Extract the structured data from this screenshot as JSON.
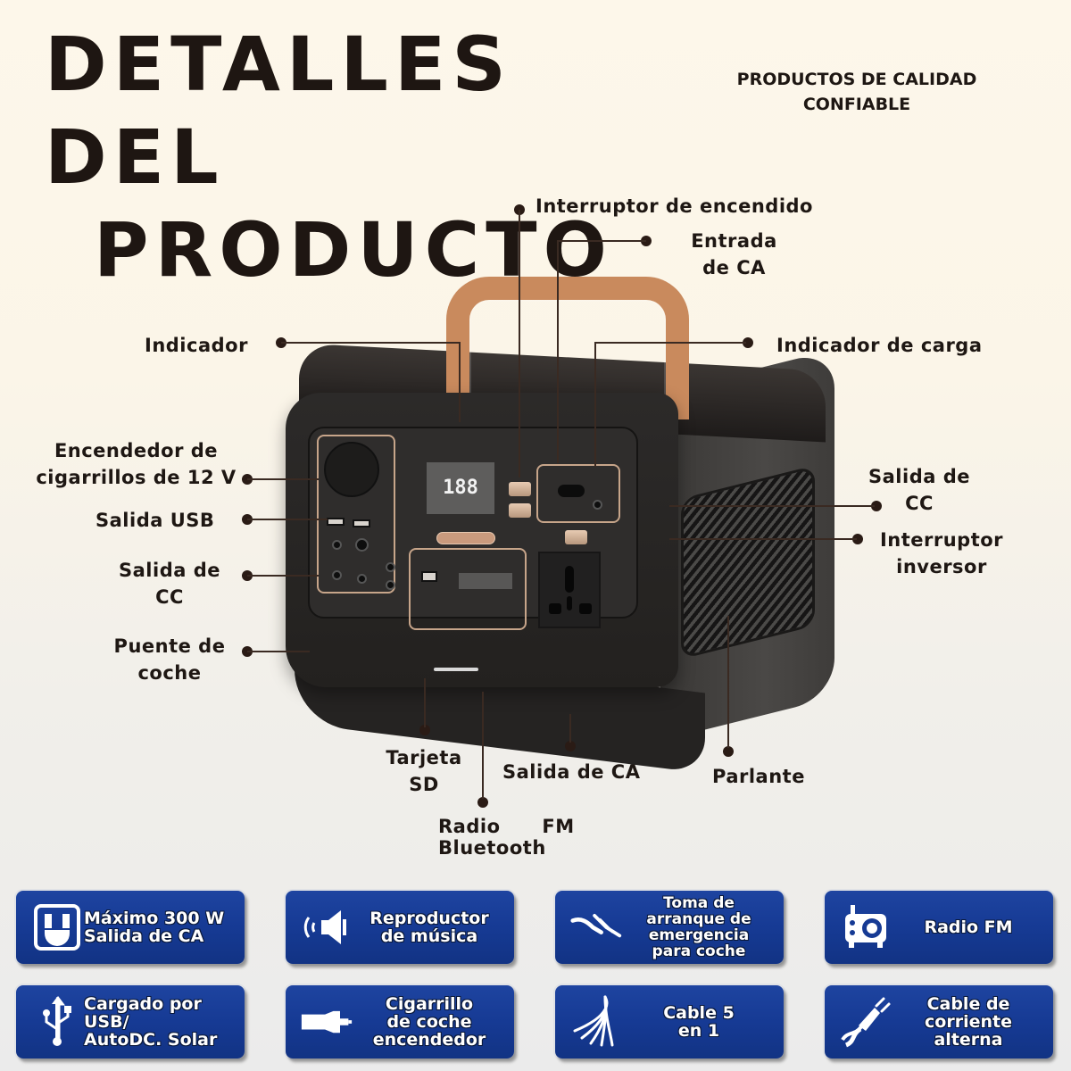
{
  "header": {
    "title_line1": "DETALLES DEL",
    "title_line2": "PRODUCTO",
    "subtitle_line1": "PRODUCTOS DE CALIDAD",
    "subtitle_line2": "CONFIABLE"
  },
  "product": {
    "display_value": "188",
    "colors": {
      "body": "#2c2a29",
      "handle": "#c98a5d",
      "trim": "#c7a58a"
    }
  },
  "callouts": {
    "power_switch": "Interruptor de encendido",
    "ac_input_line1": "Entrada",
    "ac_input_line2": "de CA",
    "indicator": "Indicador",
    "charge_indicator": "Indicador de carga",
    "cigarette_lighter_line1": "Encendedor de",
    "cigarette_lighter_line2": "cigarrillos de 12 V",
    "usb_output": "Salida USB",
    "dc_output_left_line1": "Salida de",
    "dc_output_left_line2": "CC",
    "jump_starter_line1": "Puente de",
    "jump_starter_line2": "coche",
    "dc_output_right_line1": "Salida de",
    "dc_output_right_line2": "CC",
    "inverter_switch_line1": "Interruptor",
    "inverter_switch_line2": "inversor",
    "sd_card_line1": "Tarjeta",
    "sd_card_line2": "SD",
    "ac_output": "Salida de CA",
    "speaker": "Parlante",
    "radio_line1": "Radio      FM",
    "radio_line2": "Bluetooth"
  },
  "features": [
    {
      "icon": "ac-outlet-icon",
      "text": "Máximo 300 W\nSalida de CA"
    },
    {
      "icon": "speaker-icon",
      "text": "Reproductor\nde música"
    },
    {
      "icon": "jumper-cable-icon",
      "text": "Toma de\narranque de\nemergencia\npara coche"
    },
    {
      "icon": "radio-icon",
      "text": "Radio FM"
    },
    {
      "icon": "usb-icon",
      "text": "Cargado por USB/\nAutoDC. Solar"
    },
    {
      "icon": "car-charger-icon",
      "text": "Cigarrillo\nde coche\nencendedor"
    },
    {
      "icon": "multi-cable-icon",
      "text": "Cable 5\nen 1"
    },
    {
      "icon": "power-cord-icon",
      "text": "Cable de\ncorriente\nalterna"
    }
  ],
  "colors": {
    "badge_blue": "#163a94",
    "text_dark": "#1e1713",
    "background_top": "#fdf7ea",
    "background_bottom": "#ebebeb"
  }
}
